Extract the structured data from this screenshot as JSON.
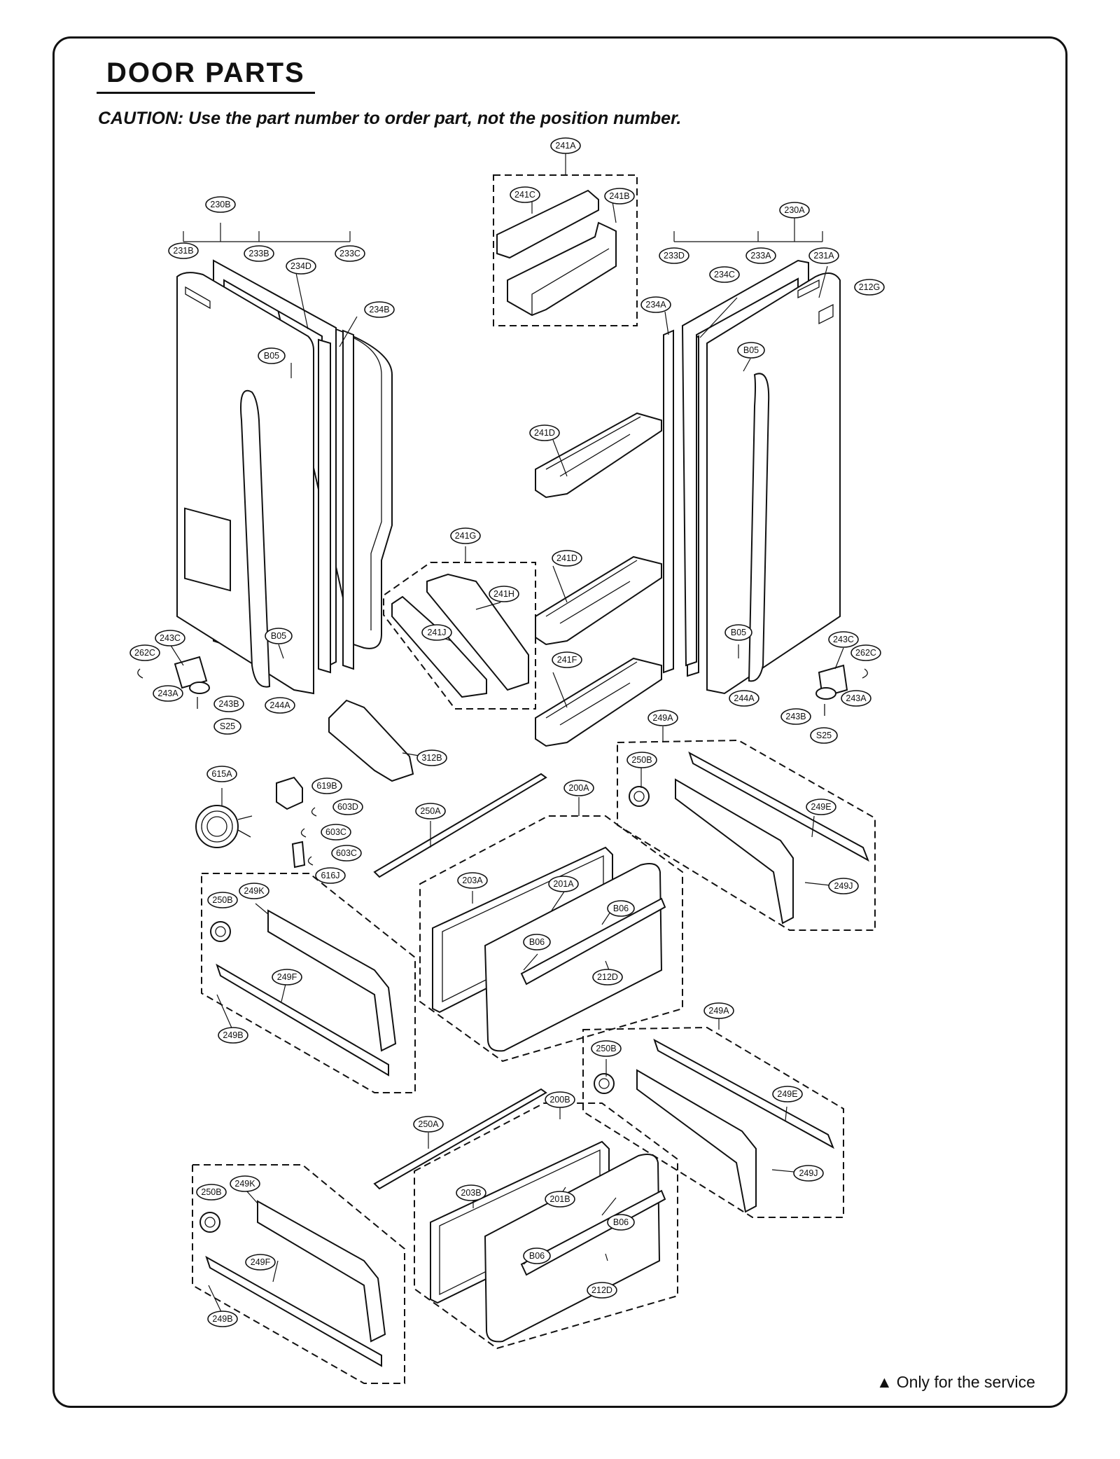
{
  "header": {
    "title": "DOOR PARTS",
    "caution": "CAUTION: Use the part number to order part, not the position number."
  },
  "footer": {
    "service_marker": "▲",
    "service_note": "Only for the service"
  },
  "labels": {
    "l_241A": "241A",
    "l_241C": "241C",
    "l_241B": "241B",
    "l_230B": "230B",
    "l_231B": "231B",
    "l_233B": "233B",
    "l_234D": "234D",
    "l_233C": "233C",
    "l_234B": "234B",
    "l_B05_a": "B05",
    "l_B05_b": "B05",
    "l_230A": "230A",
    "l_233D": "233D",
    "l_233A": "233A",
    "l_231A": "231A",
    "l_234C": "234C",
    "l_212G": "212G",
    "l_234A": "234A",
    "l_B05_c": "B05",
    "l_B05_d": "B05",
    "l_241D_a": "241D",
    "l_241D_b": "241D",
    "l_241F": "241F",
    "l_241G": "241G",
    "l_241H": "241H",
    "l_241J": "241J",
    "l_243C_l": "243C",
    "l_262C_l": "262C",
    "l_243A_l": "243A",
    "l_243B_l": "243B",
    "l_S25_l": "S25",
    "l_244A_l": "244A",
    "l_243C_r": "243C",
    "l_262C_r": "262C",
    "l_243A_r": "243A",
    "l_243B_r": "243B",
    "l_S25_r": "S25",
    "l_244A_r": "244A",
    "l_312B": "312B",
    "l_615A": "615A",
    "l_619B": "619B",
    "l_603D": "603D",
    "l_603C_a": "603C",
    "l_603C_b": "603C",
    "l_616J": "616J",
    "l_249A_a": "249A",
    "l_250B_a": "250B",
    "l_249E_a": "249E",
    "l_249J_a": "249J",
    "l_250A_a": "250A",
    "l_200A": "200A",
    "l_203A": "203A",
    "l_201A": "201A",
    "l_B06_a": "B06",
    "l_B06_b": "B06",
    "l_212D_a": "212D",
    "l_250B_b": "250B",
    "l_249K_a": "249K",
    "l_249F_a": "249F",
    "l_249B_a": "249B",
    "l_249A_b": "249A",
    "l_250B_c": "250B",
    "l_249E_b": "249E",
    "l_249J_b": "249J",
    "l_250A_b": "250A",
    "l_200B": "200B",
    "l_203B": "203B",
    "l_201B": "201B",
    "l_B06_c": "B06",
    "l_B06_d": "B06",
    "l_212D_b": "212D",
    "l_250B_d": "250B",
    "l_249K_b": "249K",
    "l_249F_b": "249F",
    "l_249B_b": "249B"
  }
}
